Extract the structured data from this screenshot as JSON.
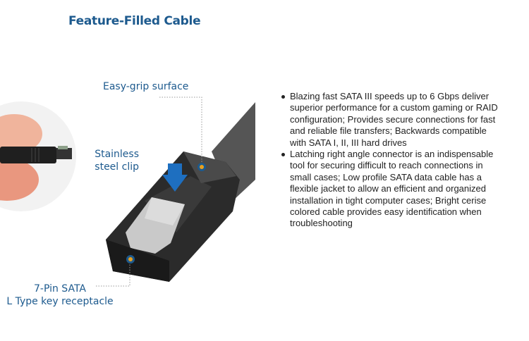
{
  "header": {
    "title": "Feature-Filled Cable"
  },
  "callouts": {
    "grip": "Easy-grip surface",
    "clip_line1": "Stainless",
    "clip_line2": "steel clip",
    "sata_line1": "7-Pin SATA",
    "sata_line2": "L Type key receptacle"
  },
  "features": [
    "Blazing fast SATA III speeds up to 6 Gbps deliver superior performance for a custom gaming or RAID configuration; Provides secure connections for fast and reliable file transfers; Backwards compatible with SATA I, II, III hard drives",
    "Latching right angle connector is an indispensable tool for securing difficult to reach connections in small cases; Low profile SATA data cable has a flexible jacket to allow an efficient and organized installation in tight computer cases; Bright cerise colored cable provides easy identification when troubleshooting"
  ],
  "colors": {
    "accent": "#1d5a8e",
    "marker": "#e8a020",
    "arrow": "#1e6fc0"
  },
  "icons": {
    "marker": "callout-dot-icon",
    "arrow": "arrow-down-icon"
  }
}
